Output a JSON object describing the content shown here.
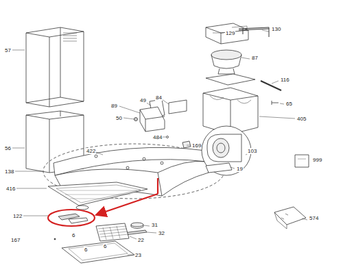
{
  "diagram": {
    "labels": [
      "57",
      "56",
      "138",
      "422",
      "416",
      "122",
      "167",
      "129",
      "130",
      "87",
      "116",
      "65",
      "405",
      "84",
      "49",
      "89",
      "50",
      "484",
      "169",
      "103",
      "19",
      "999",
      "574",
      "31",
      "32",
      "22",
      "23",
      "6",
      "6",
      "6"
    ]
  }
}
